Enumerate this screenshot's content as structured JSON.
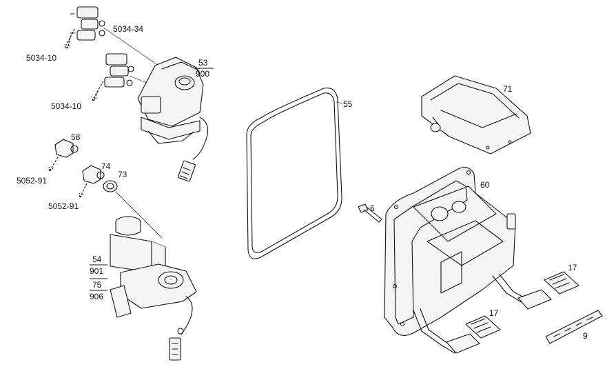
{
  "callouts": {
    "c5034_34": "5034-34",
    "c5034_10a": "5034-10",
    "c5034_10b": "5034-10",
    "c53": "53",
    "c900": "900",
    "c58": "58",
    "c5052_91a": "5052-91",
    "c74": "74",
    "c73": "73",
    "c5052_91b": "5052-91",
    "c54": "54",
    "c901": "901",
    "c75": "75",
    "c906": "906",
    "c55": "55",
    "c71": "71",
    "c60": "60",
    "c6": "6",
    "c17a": "17",
    "c17b": "17",
    "c9": "9"
  }
}
